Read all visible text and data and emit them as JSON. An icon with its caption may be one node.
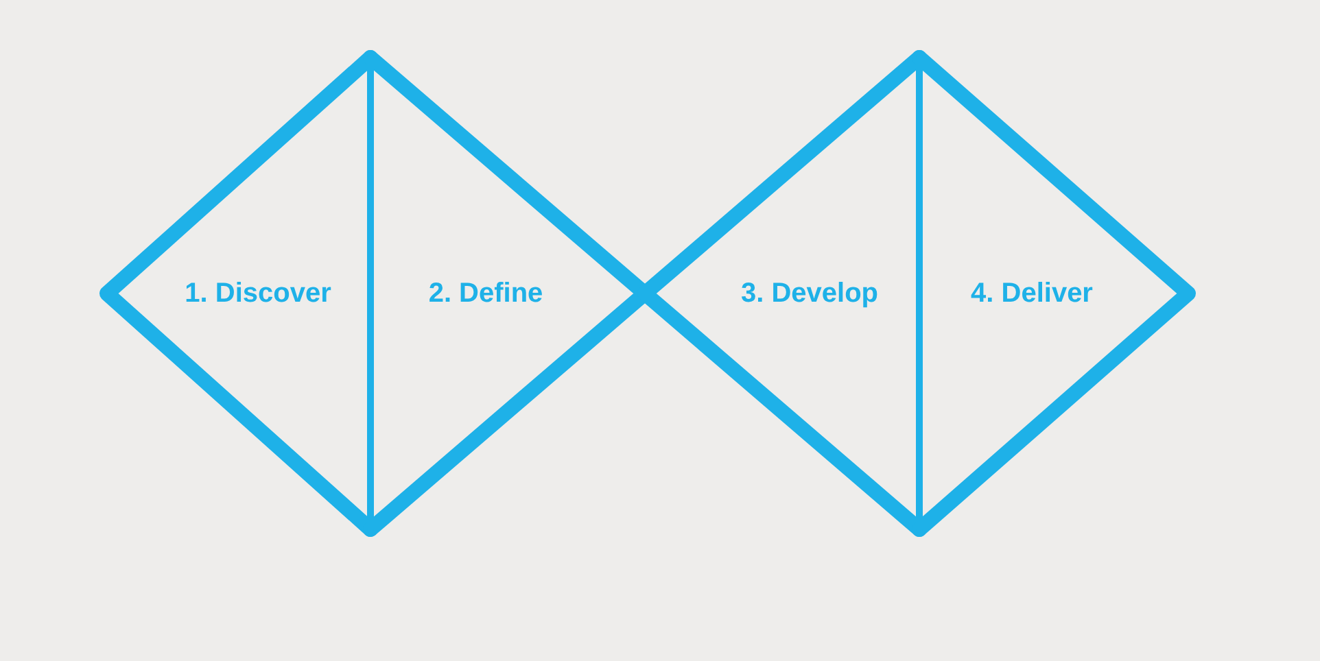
{
  "diagram": {
    "nodes": [
      {
        "text": [
          "1. Discover"
        ]
      },
      {
        "text": [
          "2. Define"
        ]
      },
      {
        "text": [
          "3. Develop"
        ]
      },
      {
        "text": [
          "4. Deliver"
        ]
      }
    ]
  }
}
